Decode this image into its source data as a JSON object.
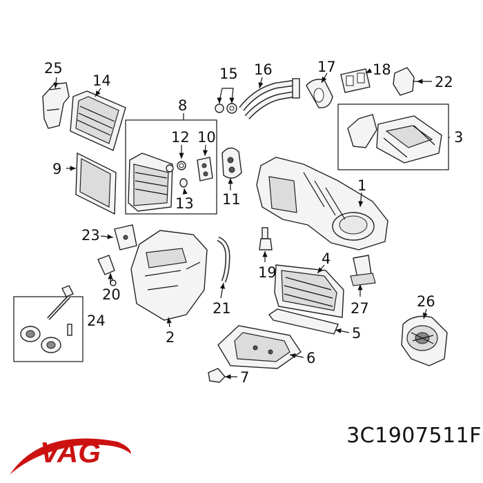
{
  "labels": {
    "n1": "1",
    "n2": "2",
    "n3": "3",
    "n4": "4",
    "n5": "5",
    "n6": "6",
    "n7": "7",
    "n8": "8",
    "n9": "9",
    "n10": "10",
    "n11": "11",
    "n12": "12",
    "n13": "13",
    "n14": "14",
    "n15": "15",
    "n16": "16",
    "n17": "17",
    "n18": "18",
    "n19": "19",
    "n20": "20",
    "n21": "21",
    "n22": "22",
    "n23": "23",
    "n24": "24",
    "n25": "25",
    "n26": "26",
    "n27": "27"
  },
  "brand": {
    "logo_text": "VAG",
    "logo_color": "#cc1111"
  },
  "part_number": "3C1907511F"
}
